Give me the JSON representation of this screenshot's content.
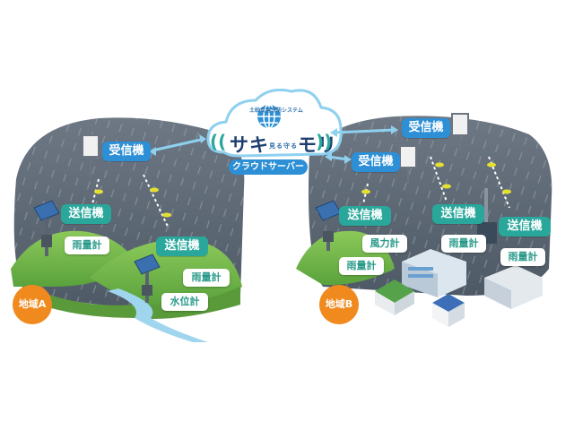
{
  "cloud": {
    "subtitle": "土砂災害予防システム",
    "name_left": "サキ",
    "name_mid": "見る守る",
    "name_right": "モリ",
    "server_label": "クラウドサーバー"
  },
  "region_a": {
    "badge": "地域A",
    "receiver": "受信機",
    "transmitter_1": "送信機",
    "sensor_1": "雨量計",
    "transmitter_2": "送信機",
    "sensor_2a": "雨量計",
    "sensor_2b": "水位計"
  },
  "region_b": {
    "badge": "地域B",
    "receiver_top": "受信機",
    "receiver_left": "受信機",
    "transmitter_1": "送信機",
    "sensor_1a": "風力計",
    "sensor_1b": "雨量計",
    "transmitter_2": "送信機",
    "sensor_2": "雨量計",
    "transmitter_3": "送信機",
    "sensor_3": "雨量計"
  },
  "colors": {
    "storm": "#5f6b78",
    "hill": "#6fb847",
    "tag_green": "#2aa79b",
    "tag_blue": "#2d8fd5",
    "badge_orange": "#f08a1e",
    "arrow": "#8fd0ef"
  }
}
